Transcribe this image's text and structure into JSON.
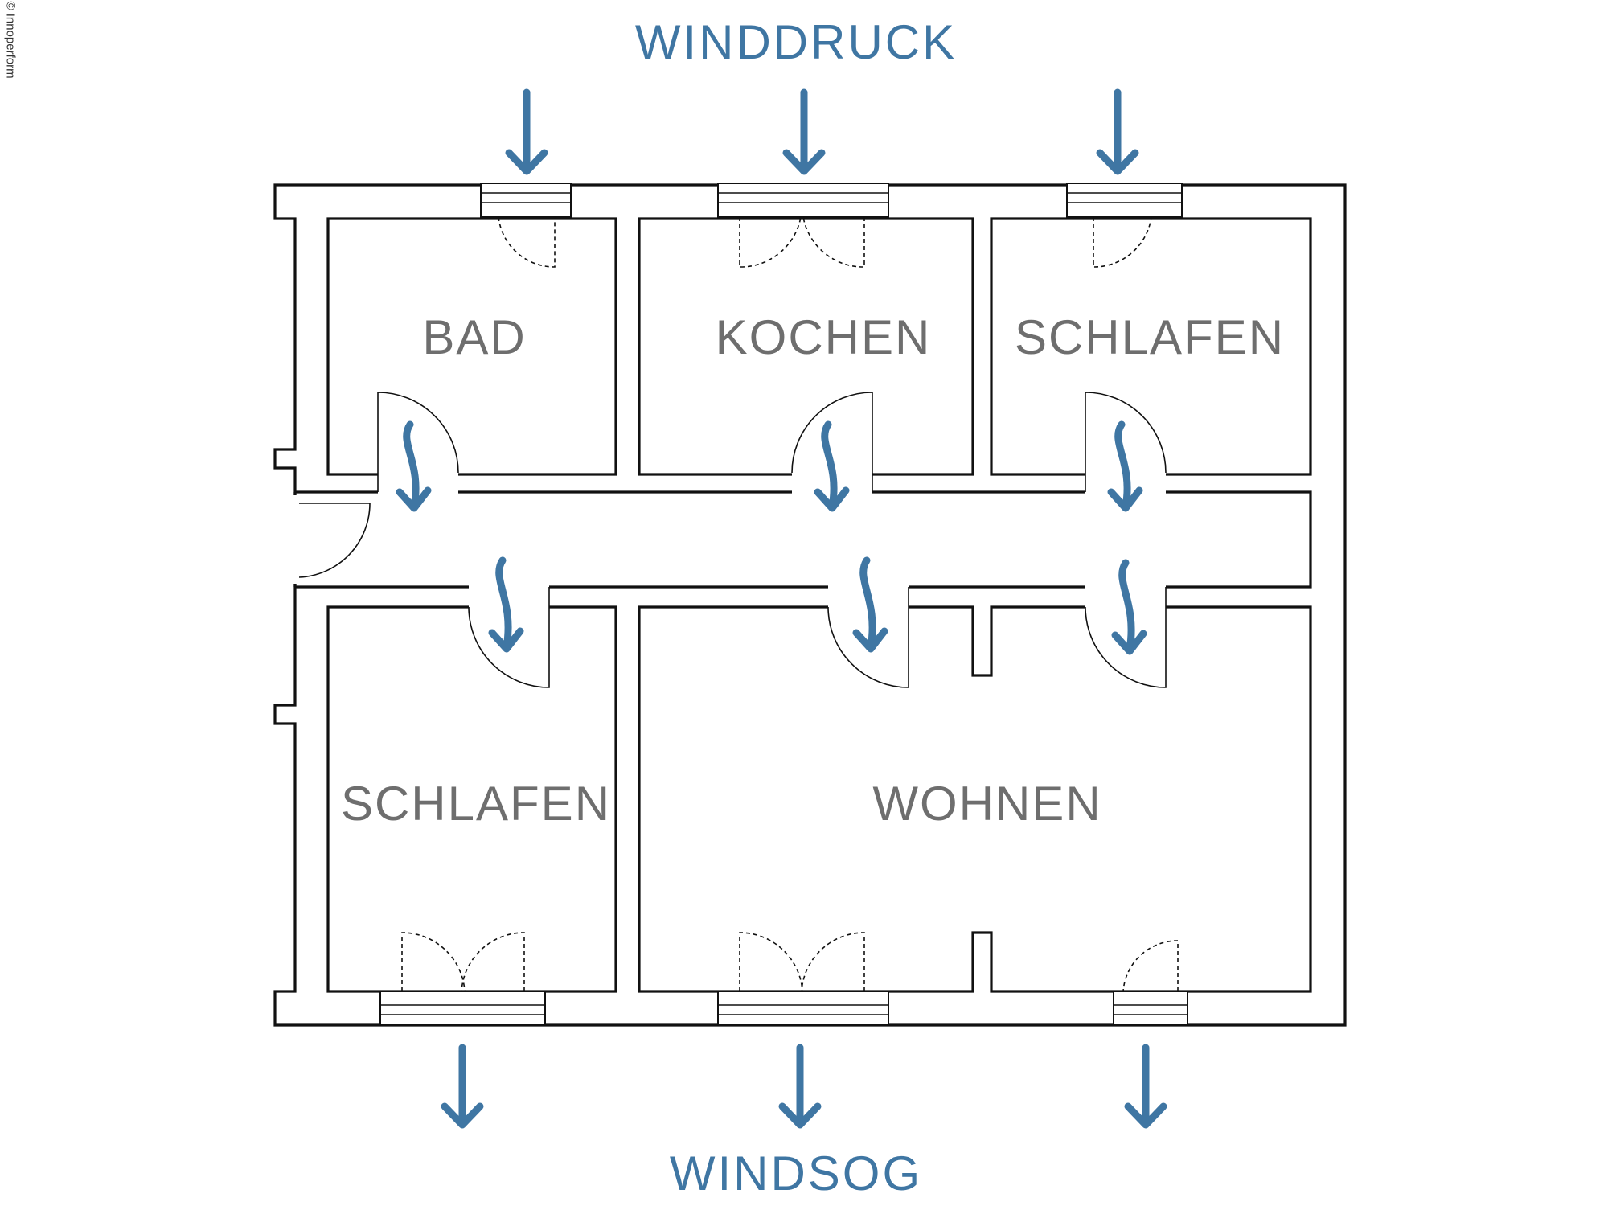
{
  "copyright": "© Innoperform",
  "wind": {
    "top": "WINDDRUCK",
    "bottom": "WINDSOG"
  },
  "rooms": {
    "bad": "BAD",
    "kochen": "KOCHEN",
    "schlafen_top": "SCHLAFEN",
    "schlafen_bottom": "SCHLAFEN",
    "wohnen": "WOHNEN"
  },
  "colors": {
    "accent": "#3f76a3",
    "room_text": "#6e6e6e",
    "walls": "#111111"
  }
}
